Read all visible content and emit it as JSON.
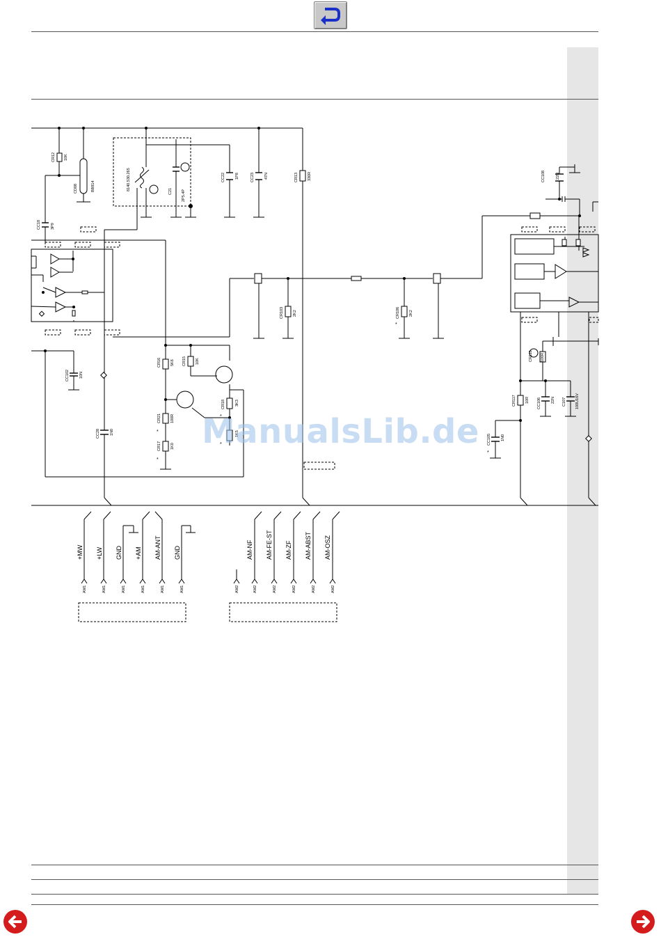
{
  "navigation": {
    "back_icon": "return-arrow-icon",
    "prev_icon": "arrow-left-circle-icon",
    "next_icon": "arrow-right-circle-icon",
    "accent_color": "#d41c1c",
    "back_color": "#1a2ec8"
  },
  "watermark": "ManualsLib.de",
  "components": {
    "cr12": {
      "ref": "CR12",
      "value": "10K"
    },
    "cd08": {
      "ref": "CD08",
      "value": "BB814"
    },
    "coil": {
      "ref": "8140.530.265"
    },
    "c21": {
      "ref": "C21",
      "value": "2P5.4P"
    },
    "cc22": {
      "ref": "CC22",
      "value": "1P8"
    },
    "cc23": {
      "ref": "CC23",
      "value": "47N"
    },
    "cr13": {
      "ref": "CR13",
      "value": "330R"
    },
    "cc18": {
      "ref": "CC18",
      "value": "3P9"
    },
    "cr103": {
      "ref": "CR103",
      "value": "2K2"
    },
    "cr106": {
      "ref": "CR106",
      "value": "2K2"
    },
    "cc102": {
      "ref": "CC102",
      "value": "10N"
    },
    "cr16": {
      "ref": "CR16",
      "value": "5K6"
    },
    "cr15": {
      "ref": "CR15",
      "value": "10K"
    },
    "cr18": {
      "ref": "CR18",
      "value": "3K3"
    },
    "cr21": {
      "ref": "CR21",
      "value": "100R"
    },
    "cr17": {
      "ref": "CR17",
      "value": "1K0"
    },
    "cr19": {
      "value": "1K5"
    },
    "cc28": {
      "ref": "CC28",
      "value": "1N0"
    },
    "cc108": {
      "ref": "CC108",
      "value": "22N"
    },
    "cr115": {
      "ref": "CR115",
      "value": "100R"
    },
    "cr117": {
      "ref": "CR117",
      "value": "10R"
    },
    "cc106": {
      "ref": "CC106",
      "value": "22N"
    },
    "c107": {
      "ref": "C107",
      "value": "100U16V"
    },
    "cc105": {
      "ref": "CC105",
      "value": "1N0"
    },
    "star": "*"
  },
  "connector_am1": {
    "signals": [
      "+MW",
      "+LW",
      "GND",
      "+AM",
      "AM-ANT",
      "GND"
    ],
    "pin_label": "AM1"
  },
  "connector_am2": {
    "signals": [
      "AM-NF",
      "AM-FE-ST",
      "AM-ZF",
      "AM-ABST",
      "AM-OSZ"
    ],
    "pin_label": "AM2"
  }
}
